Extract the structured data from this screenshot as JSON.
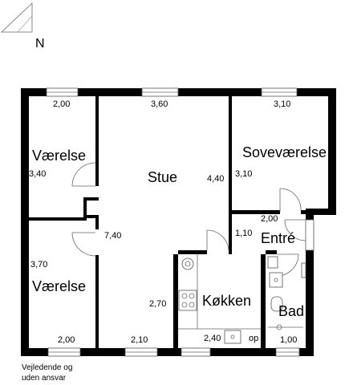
{
  "north_label": "N",
  "rooms": {
    "vaerelse_top": "Værelse",
    "stue": "Stue",
    "sovevaerelse": "Soveværelse",
    "entre": "Entré",
    "vaerelse_bottom": "Værelse",
    "kokken": "Køkken",
    "bad": "Bad"
  },
  "dimensions": {
    "vaerelse_top_width": "2,00",
    "stue_width": "3,60",
    "sovevaerelse_width": "3,10",
    "vaerelse_top_height": "3,40",
    "stue_height": "4,40",
    "sovevaerelse_height": "3,10",
    "entre_width": "2,00",
    "entre_height": "1,10",
    "stue_length": "7,40",
    "vaerelse_bottom_height": "3,70",
    "kokken_height": "2,70",
    "vaerelse_bottom_width": "2,00",
    "stue_bottom_width": "2,10",
    "kokken_width": "2,40",
    "op_label": "op",
    "bad_width": "1,00"
  },
  "disclaimer": [
    "Vejledende og",
    "uden ansvar"
  ]
}
